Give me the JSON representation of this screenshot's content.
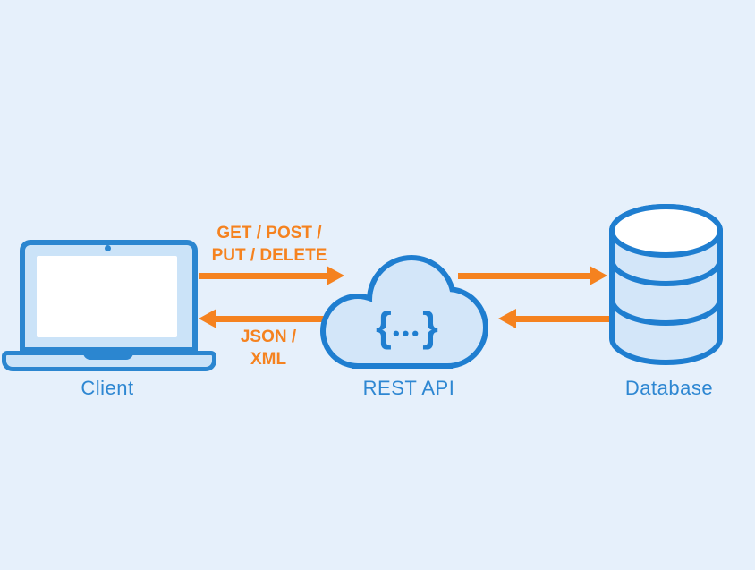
{
  "diagram": {
    "background_color": "#e6f0fb",
    "colors": {
      "node_fill_blue": "#cbe3f8",
      "laptop_border_blue": "#2b86d0",
      "cloud_db_border_blue": "#1f7ed0",
      "label_blue": "#2e87d2",
      "arrow_orange": "#f5821f",
      "screen_white": "#ffffff"
    },
    "nodes": {
      "client": {
        "icon": "laptop-icon",
        "label": "Client"
      },
      "api": {
        "icon": "cloud-icon",
        "label": "REST API",
        "glyph_open": "{",
        "glyph_dots": "•••",
        "glyph_close": "}"
      },
      "database": {
        "icon": "database-icon",
        "label": "Database"
      }
    },
    "arrows": {
      "request": {
        "from": "Client",
        "to": "REST API",
        "direction": "right",
        "label_line1": "GET / POST /",
        "label_line2": "PUT / DELETE"
      },
      "response": {
        "from": "REST API",
        "to": "Client",
        "direction": "left",
        "label_line1": "JSON /",
        "label_line2": "XML"
      },
      "api_to_db": {
        "from": "REST API",
        "to": "Database",
        "direction": "right"
      },
      "db_to_api": {
        "from": "Database",
        "to": "REST API",
        "direction": "left"
      }
    }
  }
}
